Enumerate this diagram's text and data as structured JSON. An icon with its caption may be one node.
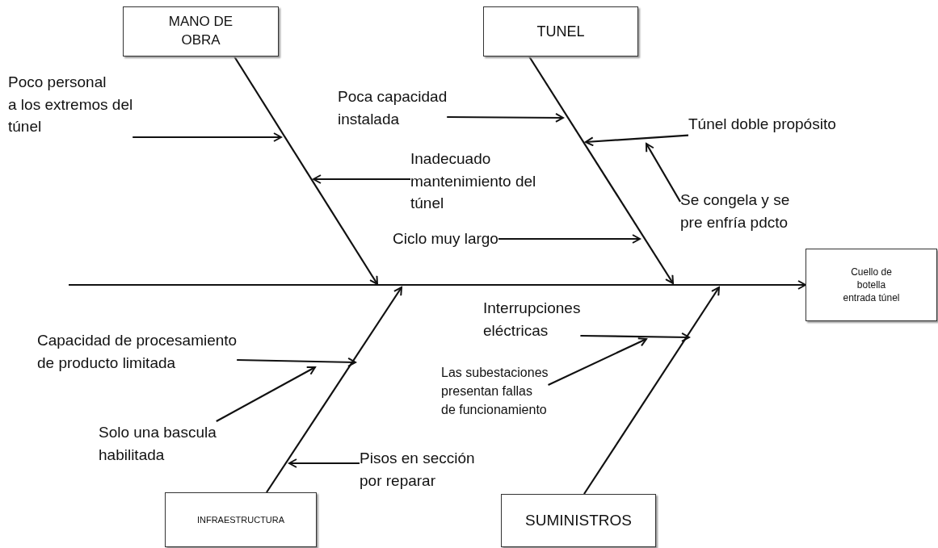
{
  "diagram": {
    "nodes": [
      {
        "text": [
          "MANO DE OBRA"
        ]
      },
      {
        "text": [
          "TUNEL"
        ]
      },
      {
        "text": [
          "Poco personal a los extremos del túnel"
        ]
      },
      {
        "text": [
          "Poca capacidad instalada"
        ]
      },
      {
        "text": [
          "Túnel doble propósito"
        ]
      },
      {
        "text": [
          "Inadecuado mantenimiento del túnel"
        ]
      },
      {
        "text": [
          "Se congela y se pre enfría pdcto"
        ]
      },
      {
        "text": [
          "Ciclo muy largo"
        ]
      },
      {
        "text": [
          "Cuello de botella entrada túnel"
        ]
      },
      {
        "text": [
          "Interrupciones eléctricas"
        ]
      },
      {
        "text": [
          "Capacidad de procesamiento de producto limitada"
        ]
      },
      {
        "text": [
          "Las subestaciones presentan fallas de funcionamiento"
        ]
      },
      {
        "text": [
          "Solo una bascula habilitada"
        ]
      },
      {
        "text": [
          "Pisos en sección por reparar"
        ]
      },
      {
        "text": [
          "INFRAESTRUCTURA"
        ]
      },
      {
        "text": [
          "SUMINISTROS"
        ]
      }
    ],
    "edges": [
      {
        "from": null,
        "to": 8,
        "arrow": "to"
      },
      {
        "from": 0,
        "to": null,
        "arrow": "to"
      },
      {
        "from": 1,
        "to": null,
        "arrow": "to"
      },
      {
        "from": 14,
        "to": null,
        "arrow": "to"
      },
      {
        "from": 15,
        "to": null,
        "arrow": "to"
      },
      {
        "from": 2,
        "to": null,
        "arrow": "to"
      },
      {
        "from": 3,
        "to": null,
        "arrow": "to"
      },
      {
        "from": 4,
        "to": null,
        "arrow": "to"
      },
      {
        "from": 5,
        "to": null,
        "arrow": "to"
      },
      {
        "from": 6,
        "to": null,
        "arrow": "to"
      },
      {
        "from": 7,
        "to": null,
        "arrow": "to"
      },
      {
        "from": 9,
        "to": null,
        "arrow": "to"
      },
      {
        "from": 10,
        "to": null,
        "arrow": "to"
      },
      {
        "from": 11,
        "to": null,
        "arrow": "to"
      },
      {
        "from": 12,
        "to": null,
        "arrow": "to"
      },
      {
        "from": 13,
        "to": null,
        "arrow": "to"
      }
    ]
  }
}
